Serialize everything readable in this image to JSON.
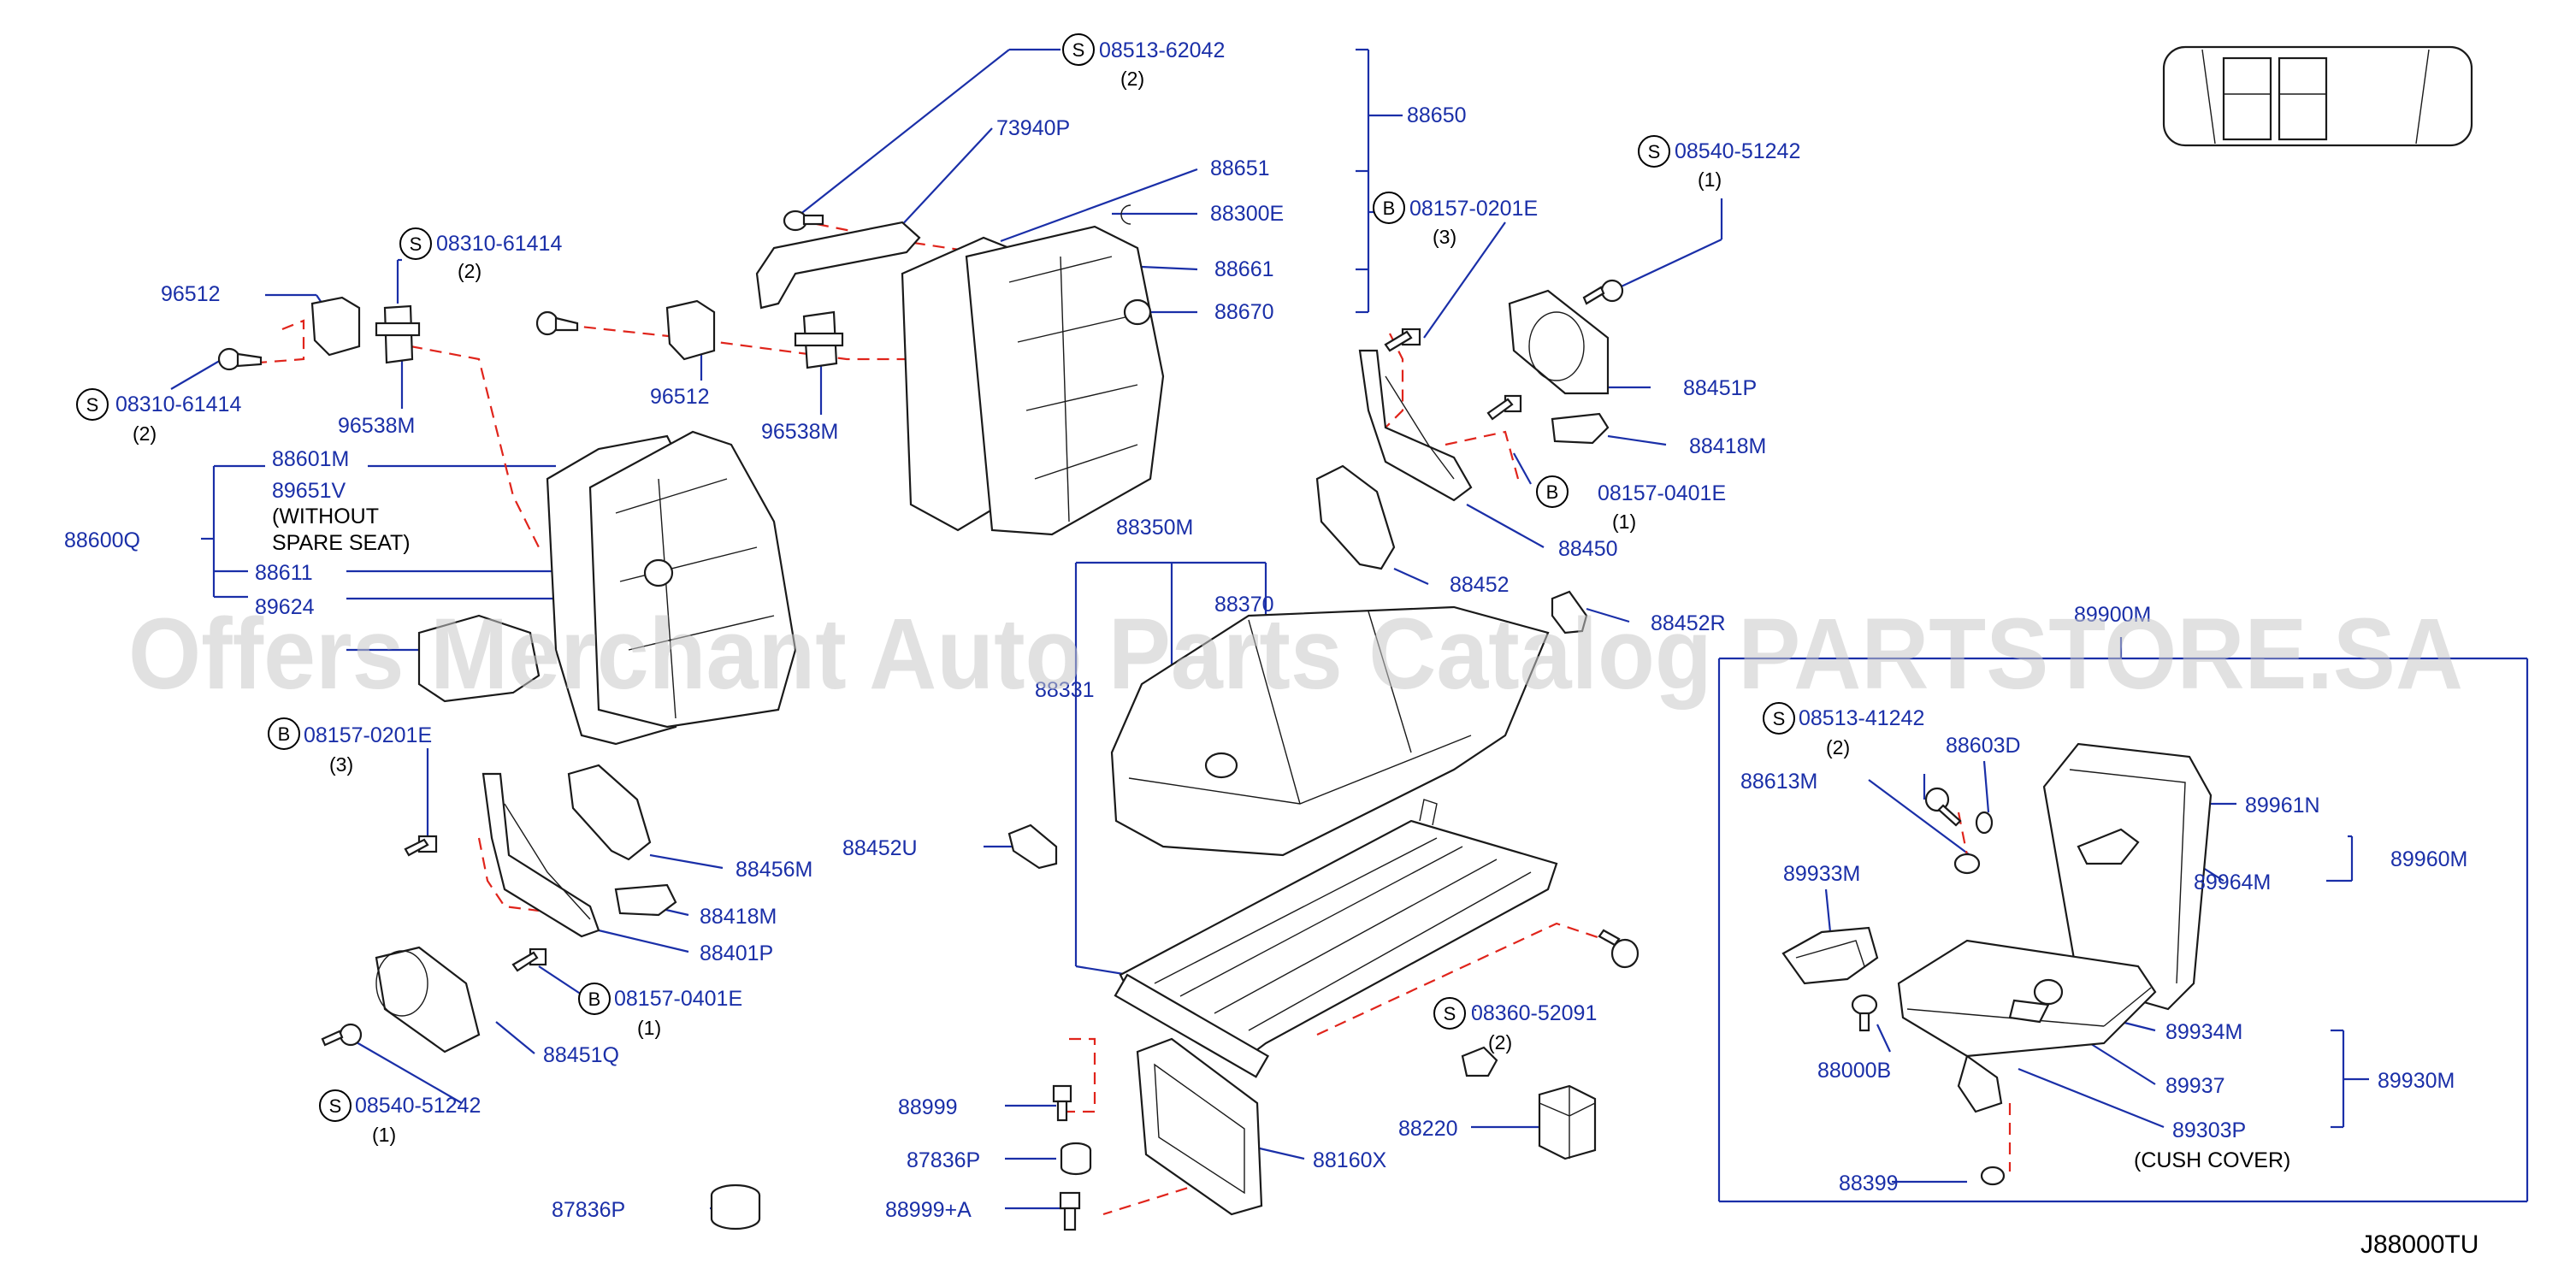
{
  "diagram": {
    "code": "J88000TU",
    "watermark": "Offers Merchant Auto Parts Catalog PARTSTORE.SA",
    "symbols": {
      "s": "S",
      "b": "B"
    },
    "labels": {
      "p08513_62042": "08513-62042",
      "q08513_62042": "(2)",
      "p73940P": "73940P",
      "p88651": "88651",
      "p88650": "88650",
      "p88300E": "88300E",
      "p08157_0201E_top": "08157-0201E",
      "q08157_0201E_top": "(3)",
      "p88661": "88661",
      "p88670": "88670",
      "p08540_51242_top": "08540-51242",
      "q08540_51242_top": "(1)",
      "p08310_61414_top": "08310-61414",
      "q08310_61414_top": "(2)",
      "p96512_left": "96512",
      "p08310_61414_left": "08310-61414",
      "q08310_61414_left": "(2)",
      "p96538M_left": "96538M",
      "p96512_mid": "96512",
      "p96538M_mid": "96538M",
      "p88601M": "88601M",
      "p89651V": "89651V",
      "n_without": "(WITHOUT",
      "n_spare": "SPARE   SEAT)",
      "p88600Q": "88600Q",
      "p88611": "88611",
      "p89624": "89624",
      "p88451P": "88451P",
      "p88418M_top": "88418M",
      "p08157_0401E_top": "08157-0401E",
      "q08157_0401E_top": "(1)",
      "p88450": "88450",
      "p88452": "88452",
      "p88452R": "88452R",
      "p88350M": "88350M",
      "p88370": "88370",
      "p88331": "88331",
      "p89900M": "89900M",
      "p08157_0201E_left": "08157-0201E",
      "q08157_0201E_left": "(3)",
      "p88456M": "88456M",
      "p88418M_left": "88418M",
      "p88401P": "88401P",
      "p08157_0401E_left": "08157-0401E",
      "q08157_0401E_left": "(1)",
      "p88451Q": "88451Q",
      "p08540_51242_left": "08540-51242",
      "q08540_51242_left": "(1)",
      "p88452U": "88452U",
      "p08513_41242": "08513-41242",
      "q08513_41242": "(2)",
      "p88603D": "88603D",
      "p88613M": "88613M",
      "p89961N": "89961N",
      "p89960M": "89960M",
      "p89964M": "89964M",
      "p89933M": "89933M",
      "p08360_52091": "08360-52091",
      "q08360_52091": "(2)",
      "p88000B": "88000B",
      "p89934M": "89934M",
      "p89930M": "89930M",
      "p89937": "89937",
      "p88999": "88999",
      "p87836P_mid": "87836P",
      "p88160X": "88160X",
      "p88220": "88220",
      "p89303P": "89303P",
      "n_cush": "(CUSH    COVER)",
      "p88399": "88399",
      "p87836P_left": "87836P",
      "p88999A": "88999+A"
    }
  }
}
